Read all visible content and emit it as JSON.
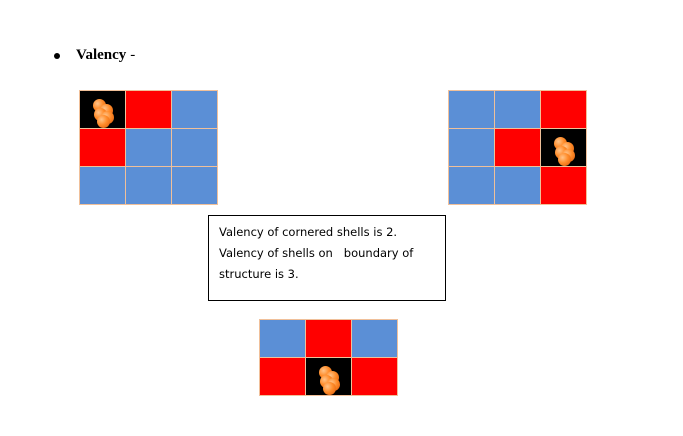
{
  "heading": {
    "text": "Valency",
    "suffix": "-"
  },
  "grids": {
    "top_left": {
      "cells": [
        "black",
        "red",
        "blue",
        "red",
        "blue",
        "blue",
        "blue",
        "blue",
        "blue"
      ]
    },
    "top_right": {
      "cells": [
        "blue",
        "blue",
        "red",
        "blue",
        "red",
        "black",
        "blue",
        "blue",
        "red"
      ]
    },
    "bottom_center": {
      "cells": [
        "blue",
        "red",
        "blue",
        "red",
        "black",
        "red"
      ]
    }
  },
  "colors": {
    "blue": "#5b8fd6",
    "red": "#ff0000",
    "black": "#000000",
    "particle": "#ff8c2a"
  },
  "icons": {
    "particle": "orange-particle-cluster-icon"
  },
  "note": {
    "lines": [
      "Valency of cornered shells is 2.",
      "Valency of shells on   boundary of",
      "structure is 3."
    ]
  }
}
